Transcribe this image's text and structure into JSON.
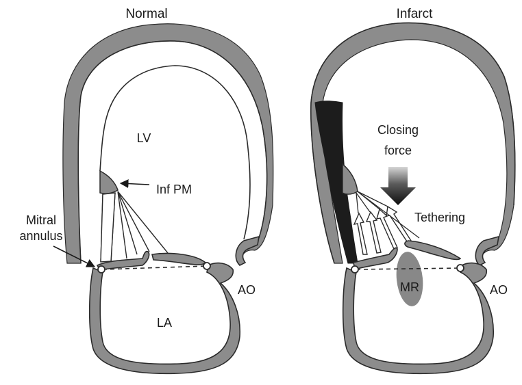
{
  "colors": {
    "wall_fill": "#8c8c8c",
    "outline": "#2b2b2b",
    "infarct_fill": "#1c1c1c",
    "arrow_dark": "#111111",
    "mr_jet": "#888888",
    "background": "#ffffff"
  },
  "panels": {
    "normal": {
      "title": "Normal",
      "labels": {
        "lv": "LV",
        "inf_pm": "Inf PM",
        "mitral_line1": "Mitral",
        "mitral_line2": "annulus",
        "la": "LA",
        "ao": "AO"
      }
    },
    "infarct": {
      "title": "Infarct",
      "labels": {
        "closing_line1": "Closing",
        "closing_line2": "force",
        "tethering": "Tethering",
        "mr": "MR",
        "ao": "AO"
      }
    }
  },
  "icons": {
    "closing_force_arrow": "down-arrow-gradient",
    "tethering_arrows": "hollow-arrow-icons",
    "pointer_arrows": "line-arrow-icons"
  }
}
